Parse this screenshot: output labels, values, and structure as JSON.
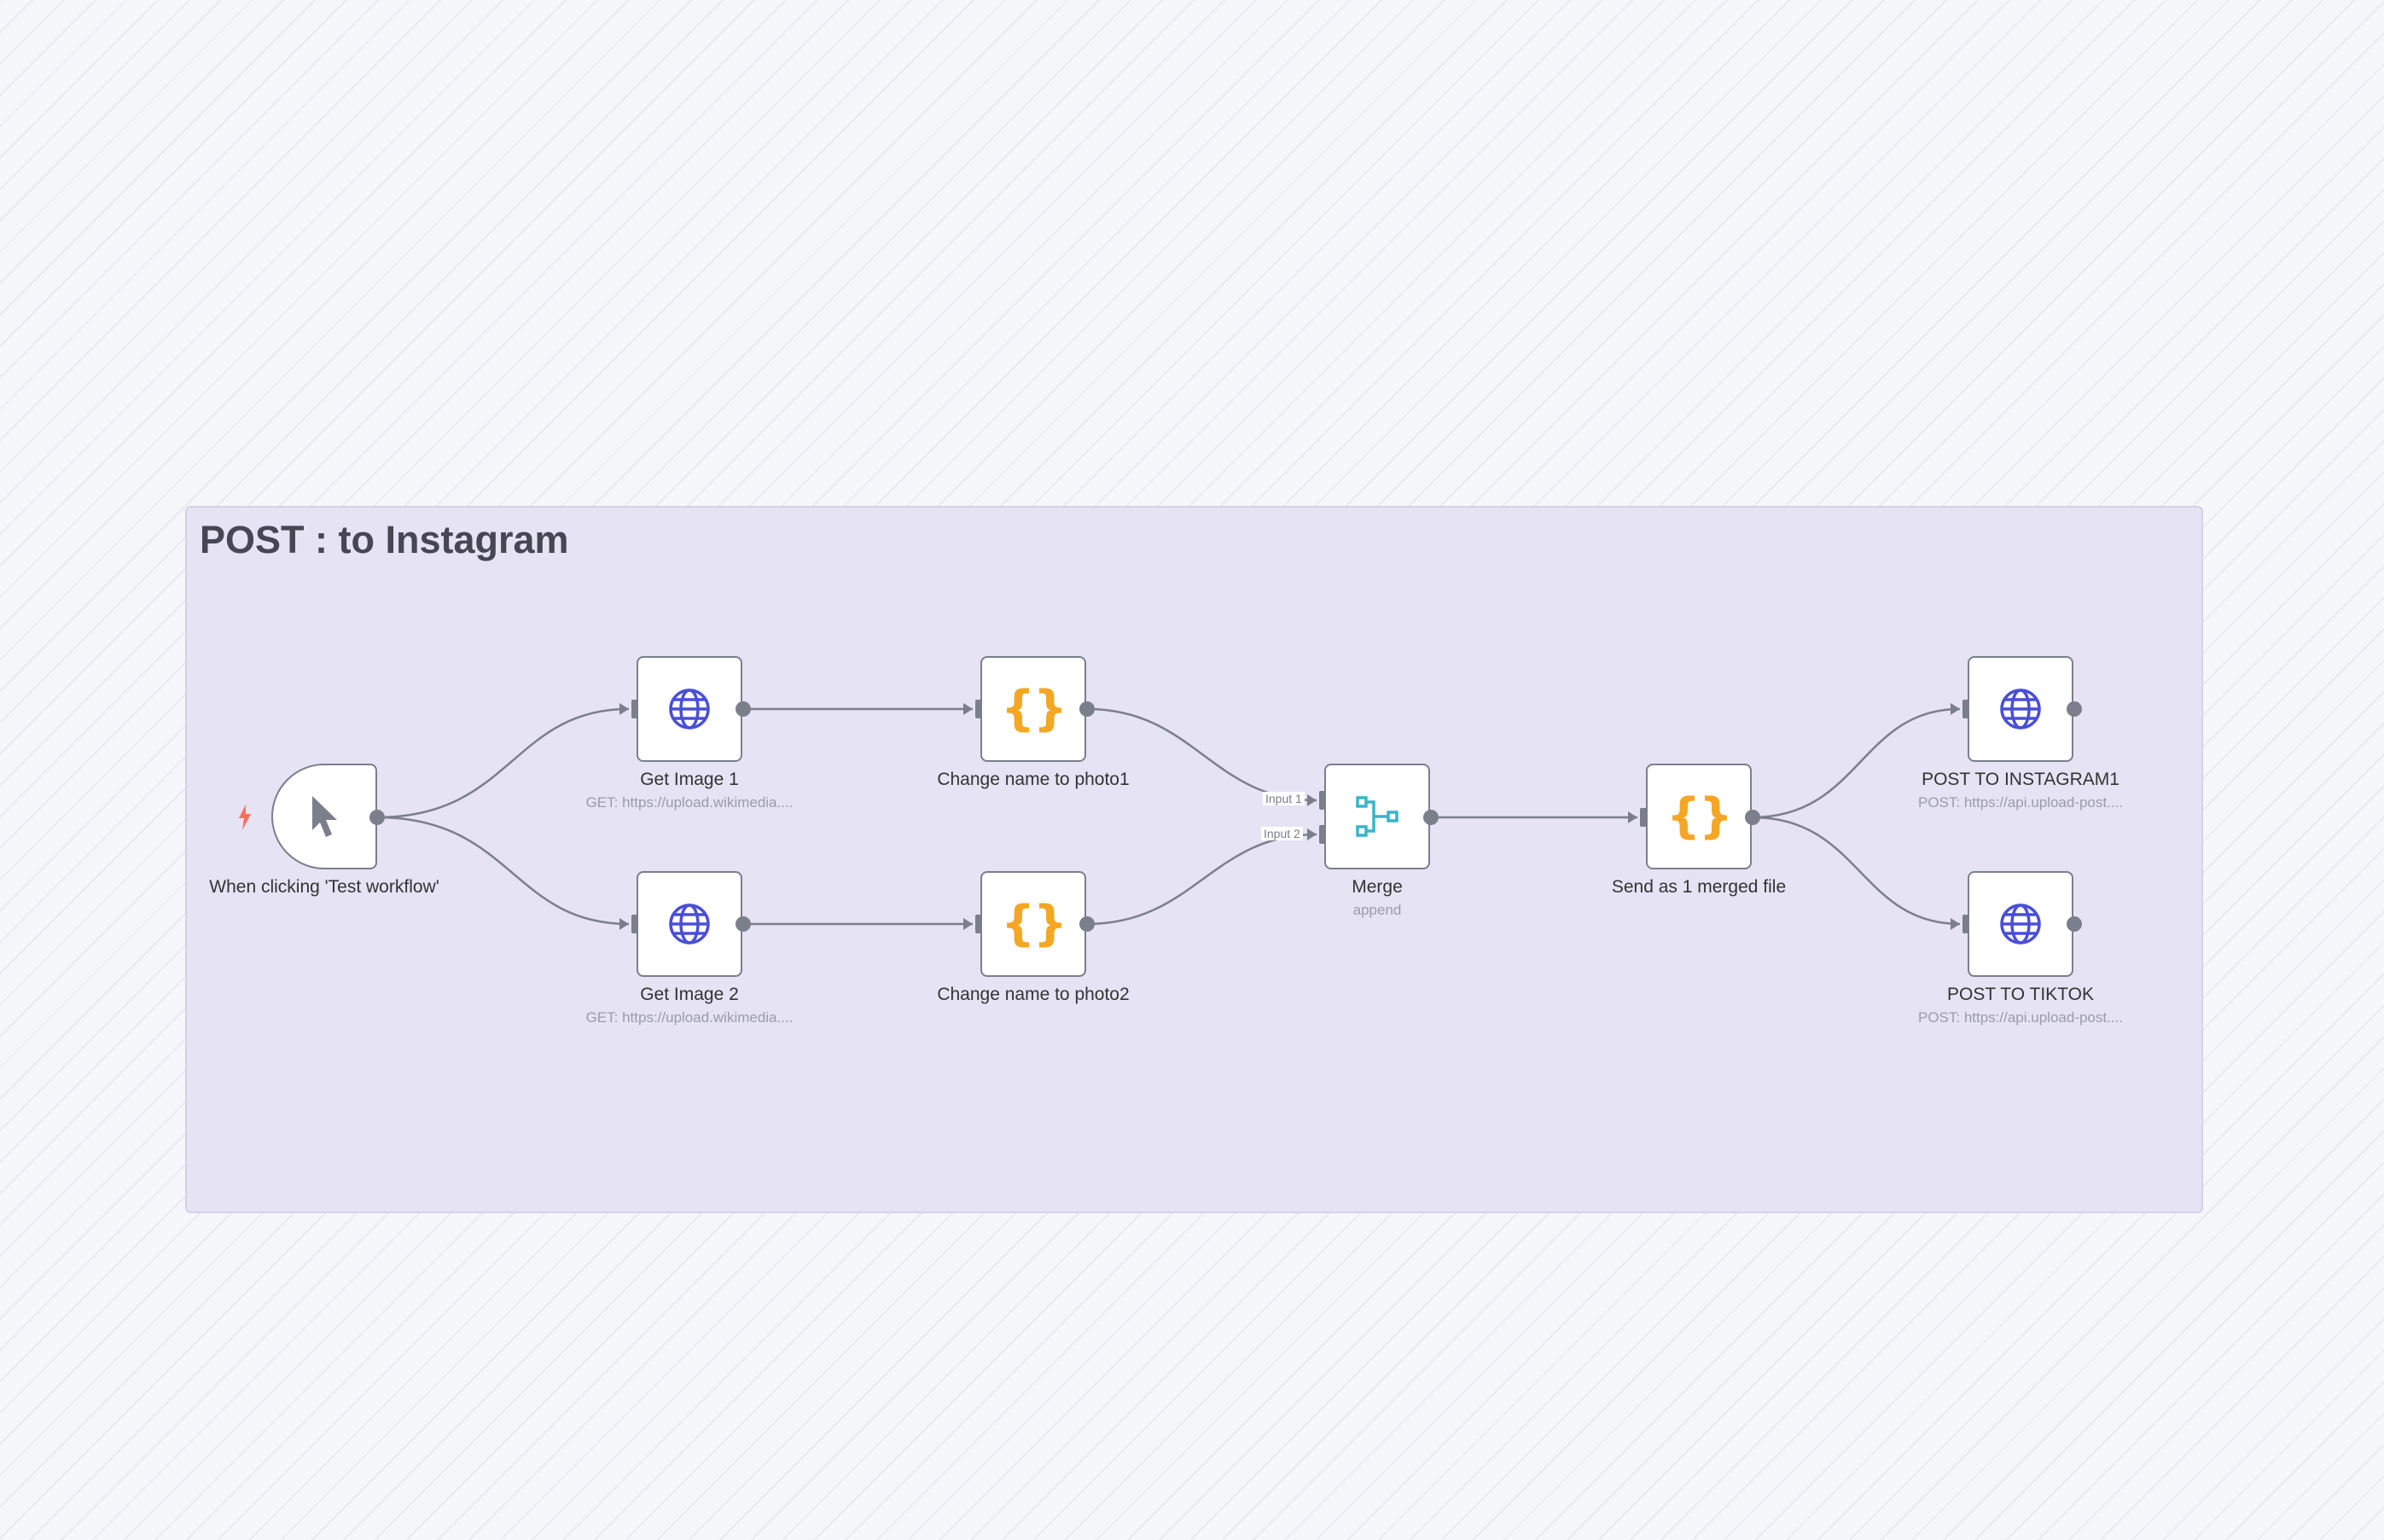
{
  "frame": {
    "title": "POST : to Instagram"
  },
  "nodes": {
    "trigger": {
      "label": "When clicking 'Test workflow'",
      "icon": "cursor-icon"
    },
    "get_image_1": {
      "label": "Get Image 1",
      "subtitle": "GET: https://upload.wikimedia....",
      "icon": "globe-icon"
    },
    "get_image_2": {
      "label": "Get Image 2",
      "subtitle": "GET: https://upload.wikimedia....",
      "icon": "globe-icon"
    },
    "change_name_1": {
      "label": "Change name to photo1",
      "icon": "braces-icon",
      "glyph": "{}"
    },
    "change_name_2": {
      "label": "Change name to photo2",
      "icon": "braces-icon",
      "glyph": "{}"
    },
    "merge": {
      "label": "Merge",
      "subtitle": "append",
      "input1": "Input 1",
      "input2": "Input 2",
      "icon": "merge-icon"
    },
    "send_merged": {
      "label": "Send as 1 merged file",
      "icon": "braces-icon",
      "glyph": "{}"
    },
    "post_instagram": {
      "label": "POST TO INSTAGRAM1",
      "subtitle": "POST: https://api.upload-post....",
      "icon": "globe-icon"
    },
    "post_tiktok": {
      "label": "POST TO TIKTOK",
      "subtitle": "POST: https://api.upload-post....",
      "icon": "globe-icon"
    }
  },
  "colors": {
    "globe": "#4a4fd6",
    "braces": "#f5a623",
    "merge": "#3bb3c9",
    "trigger_bolt": "#ff6d5a",
    "connection": "#7b7f8b"
  }
}
